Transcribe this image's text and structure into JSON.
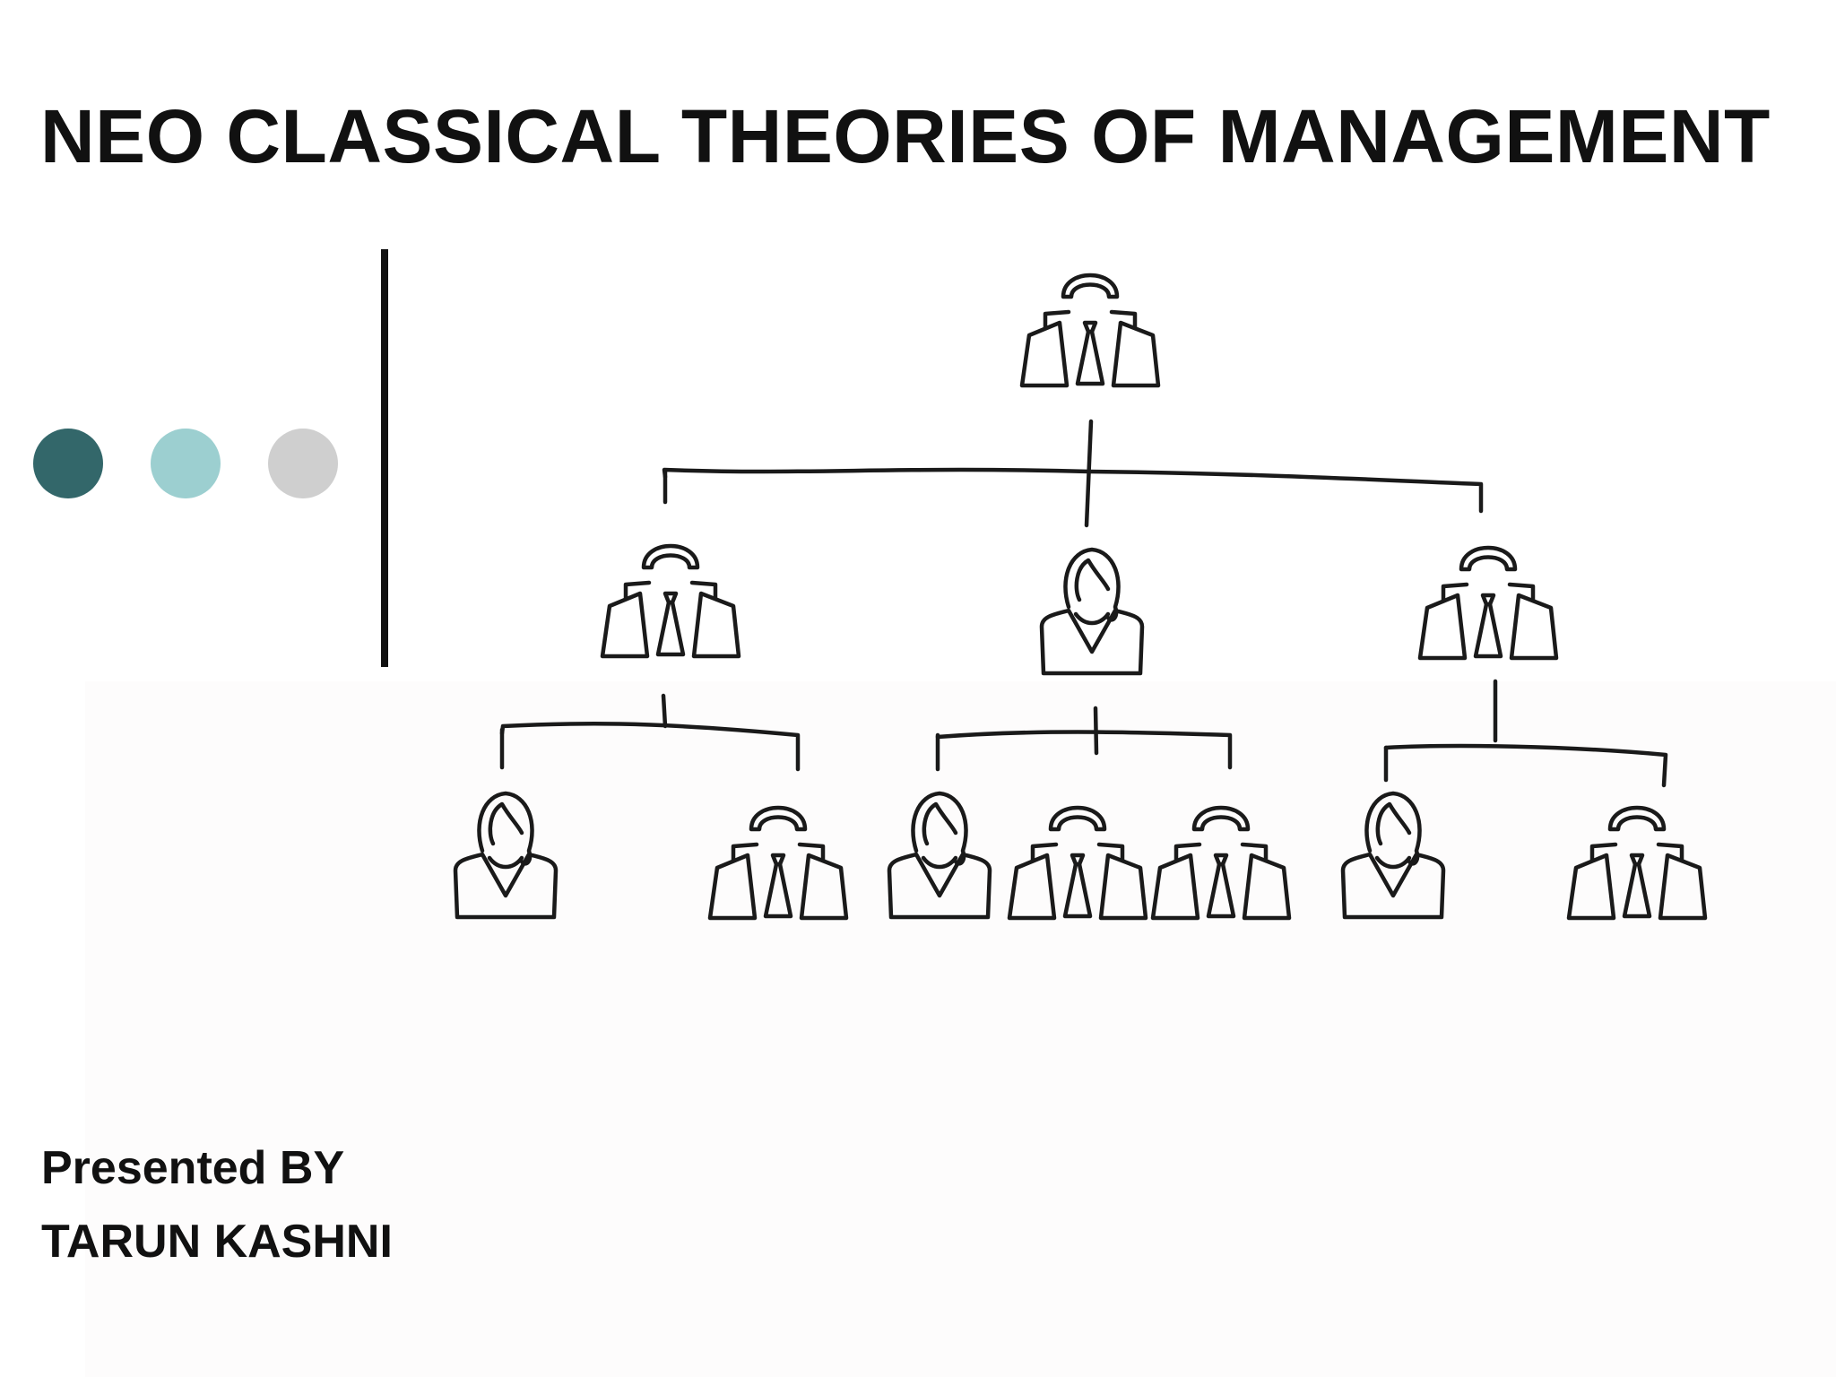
{
  "slide": {
    "title": "NEO CLASSICAL THEORIES OF MANAGEMENT",
    "presented_by_label": "Presented BY",
    "presenter_name": "TARUN KASHNI"
  },
  "decor": {
    "dots": [
      {
        "name": "dark-teal",
        "color": "#33676a"
      },
      {
        "name": "light-teal",
        "color": "#9ccfd0"
      },
      {
        "name": "light-gray",
        "color": "#cfcfcf"
      }
    ],
    "divider_color": "#111111"
  },
  "illustration": {
    "icon": "org-hierarchy-sketch-icon",
    "levels": [
      [
        "man"
      ],
      [
        "man",
        "woman",
        "man"
      ],
      [
        "woman",
        "man",
        "woman",
        "man",
        "man",
        "woman",
        "man"
      ]
    ]
  }
}
